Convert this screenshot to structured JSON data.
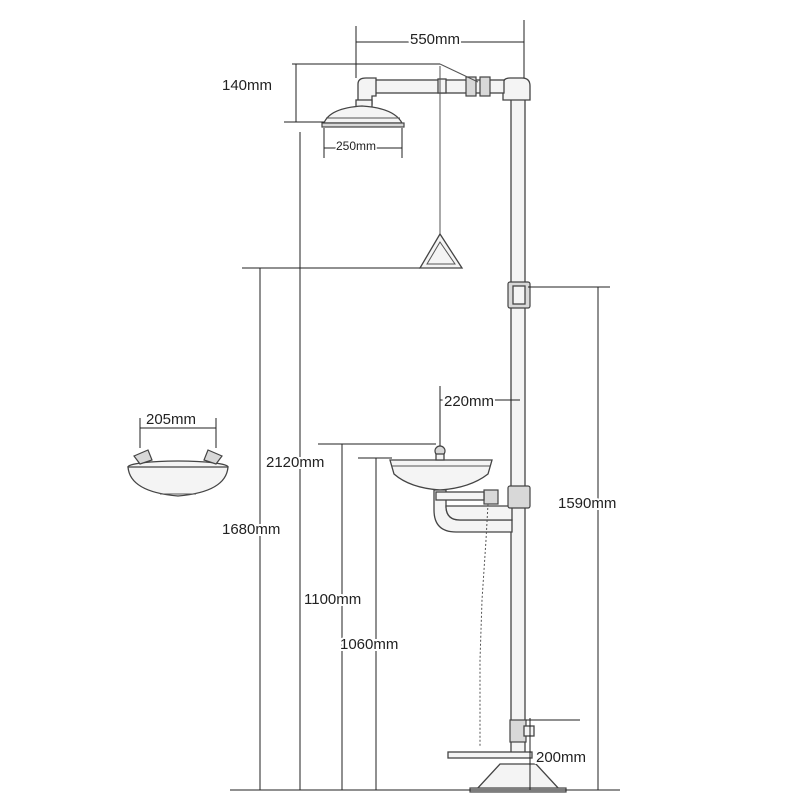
{
  "dimensions": {
    "top_width": "550mm",
    "head_height": "140mm",
    "head_diameter": "250mm",
    "bowl_offset": "220mm",
    "bowl_diameter": "205mm",
    "total_height": "2120mm",
    "pull_handle_height": "1680mm",
    "bowl_rim_height": "1100mm",
    "bowl_body_height": "1060mm",
    "valve_height": "1590mm",
    "pedal_height": "200mm"
  }
}
